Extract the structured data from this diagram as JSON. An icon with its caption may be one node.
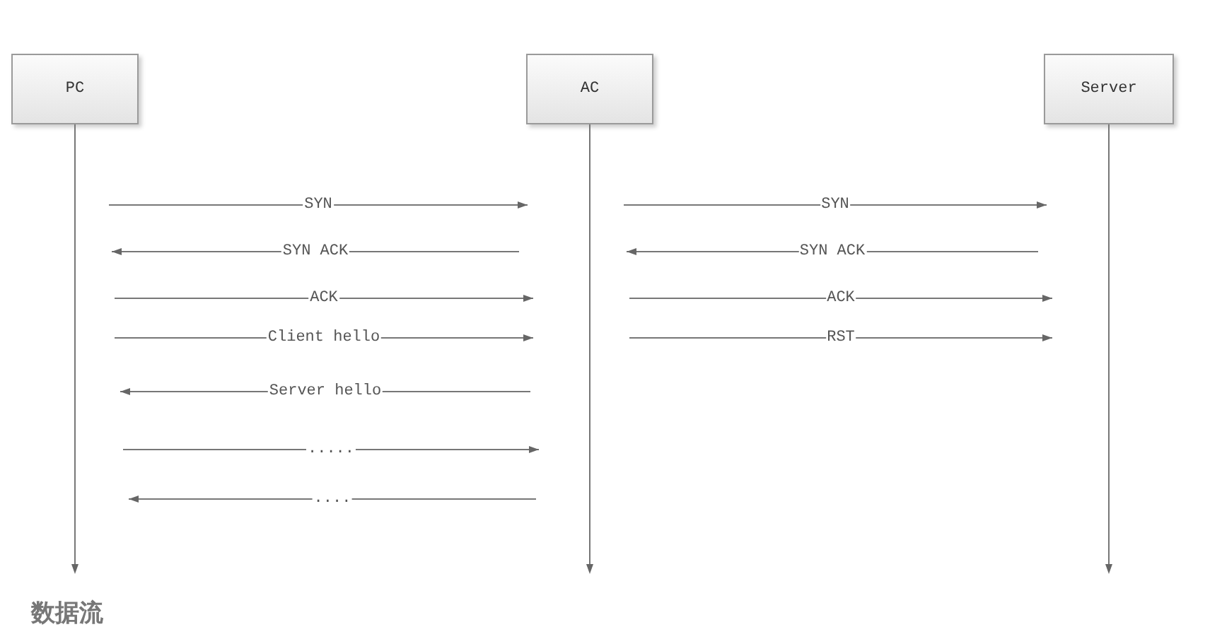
{
  "diagram": {
    "nodes": [
      {
        "text": [
          "PC"
        ]
      },
      {
        "text": [
          "AC"
        ]
      },
      {
        "text": [
          "Server"
        ]
      }
    ],
    "edges": [
      {
        "from": 0,
        "to": 1,
        "arrow": "to",
        "label": "SYN"
      },
      {
        "from": 1,
        "to": 0,
        "arrow": "to",
        "label": "SYN ACK"
      },
      {
        "from": 0,
        "to": 1,
        "arrow": "to",
        "label": "ACK"
      },
      {
        "from": 0,
        "to": 1,
        "arrow": "to",
        "label": "Client hello"
      },
      {
        "from": 1,
        "to": 0,
        "arrow": "to",
        "label": "Server hello"
      },
      {
        "from": 0,
        "to": 1,
        "arrow": "to",
        "label": "....."
      },
      {
        "from": 1,
        "to": 0,
        "arrow": "to",
        "label": "...."
      },
      {
        "from": 1,
        "to": 2,
        "arrow": "to",
        "label": "SYN"
      },
      {
        "from": 2,
        "to": 1,
        "arrow": "to",
        "label": "SYN ACK"
      },
      {
        "from": 1,
        "to": 2,
        "arrow": "to",
        "label": "ACK"
      },
      {
        "from": 1,
        "to": 2,
        "arrow": "to",
        "label": "RST"
      }
    ],
    "labels": [
      "数据流"
    ]
  }
}
